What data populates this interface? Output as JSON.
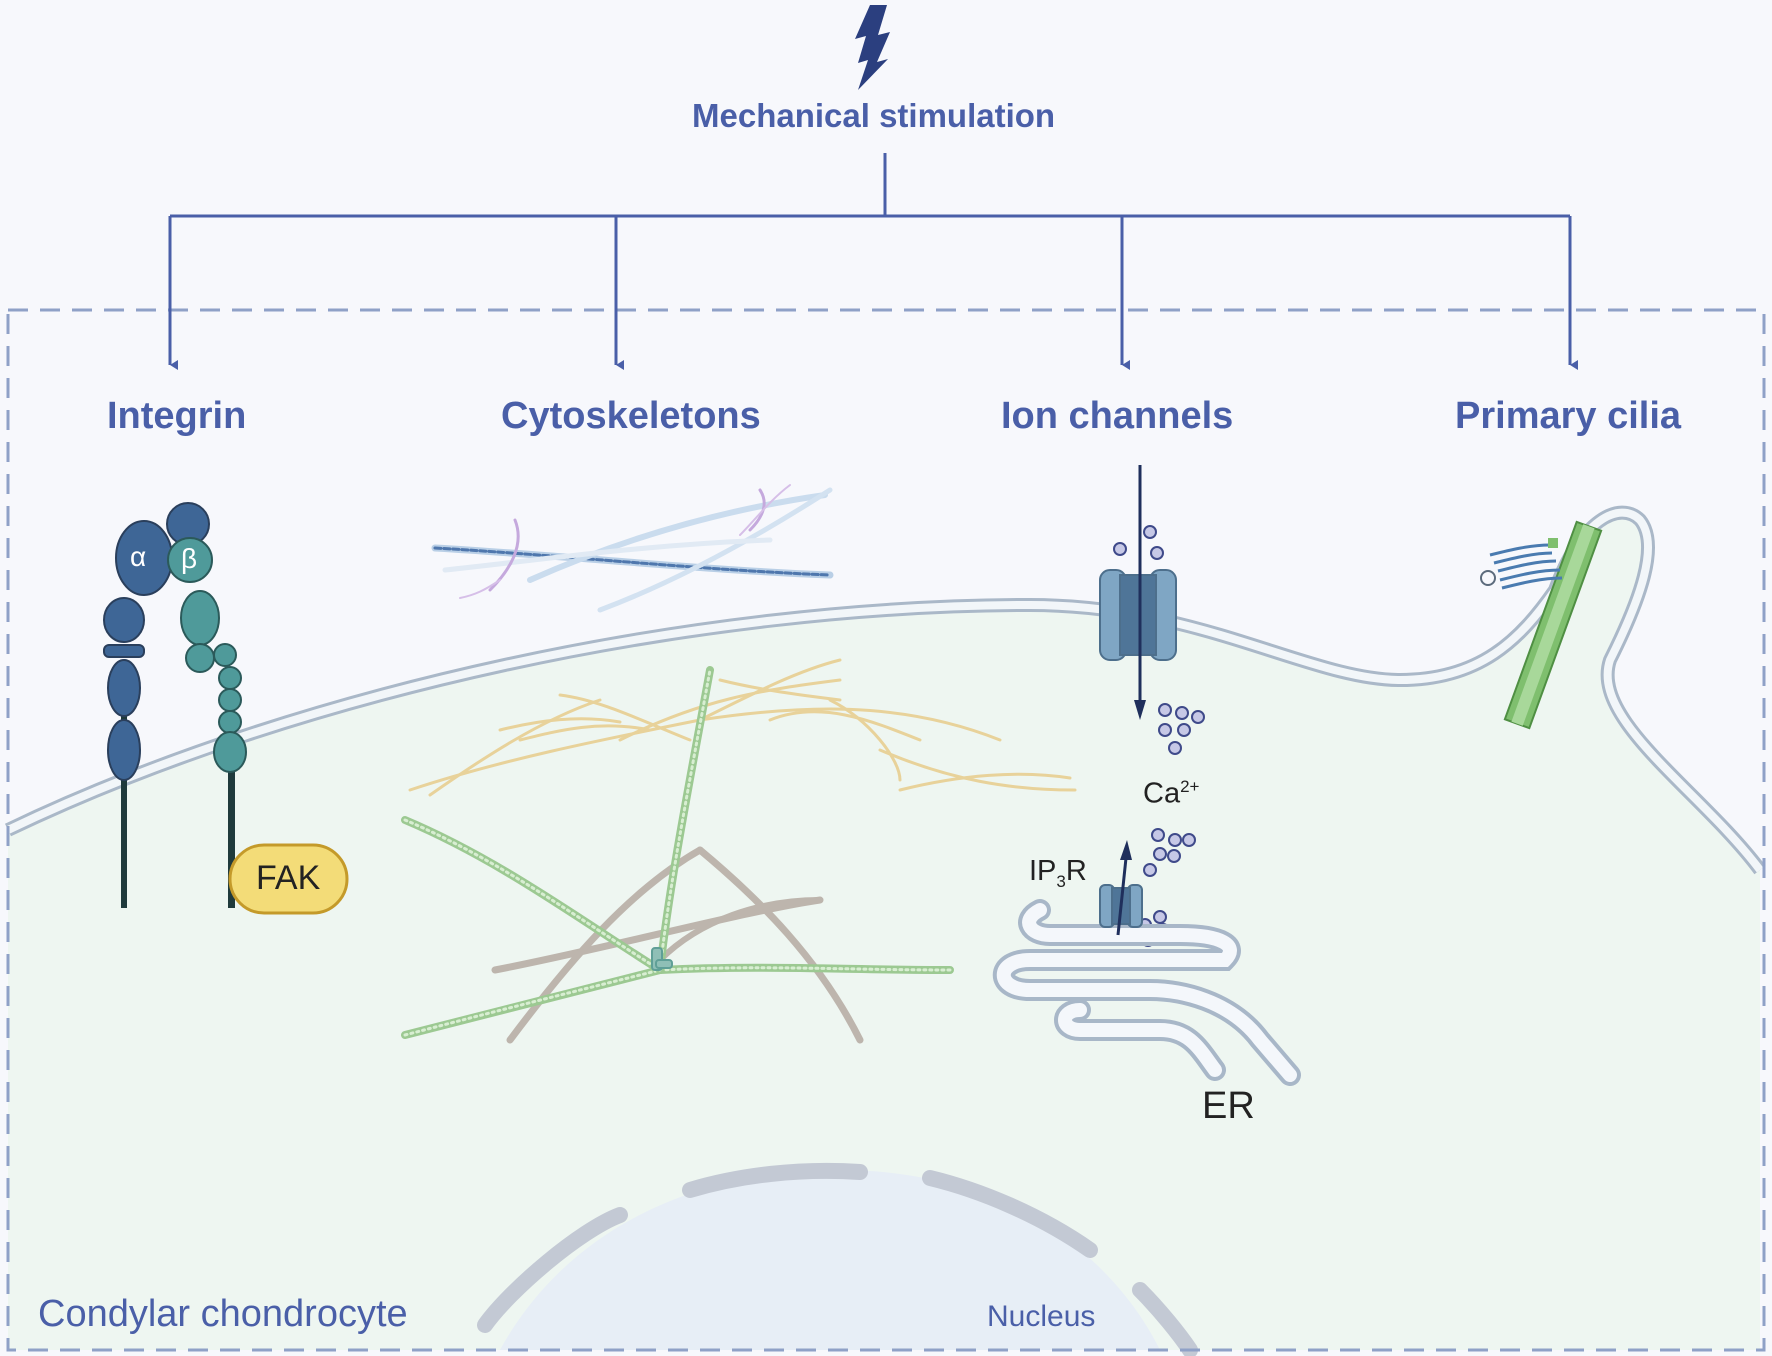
{
  "title": "Mechanical stimulation",
  "categories": {
    "integrin": "Integrin",
    "cytoskeletons": "Cytoskeletons",
    "ion_channels": "Ion channels",
    "primary_cilia": "Primary cilia"
  },
  "integrin": {
    "alpha": "α",
    "beta": "β",
    "fak": "FAK"
  },
  "ion": {
    "ca": "Ca",
    "ca_sup": "2+",
    "ip3r_a": "IP",
    "ip3r_sub": "3",
    "ip3r_b": "R",
    "er": "ER"
  },
  "cell_label": "Condylar chondrocyte",
  "nucleus_label": "Nucleus",
  "icons": [
    "lightning-icon"
  ],
  "colors": {
    "accent": "#4a5fa8",
    "cell": "#eef6f1",
    "membrane": "#aab8c8",
    "integrin_alpha": "#3e6696",
    "integrin_beta": "#4f9a9a",
    "fak": "#f3dc78",
    "channel": "#7fa6c4",
    "actin": "#9cc992",
    "intermediate": "#e8d29a",
    "microtubule_gray": "#bdb5ad"
  }
}
